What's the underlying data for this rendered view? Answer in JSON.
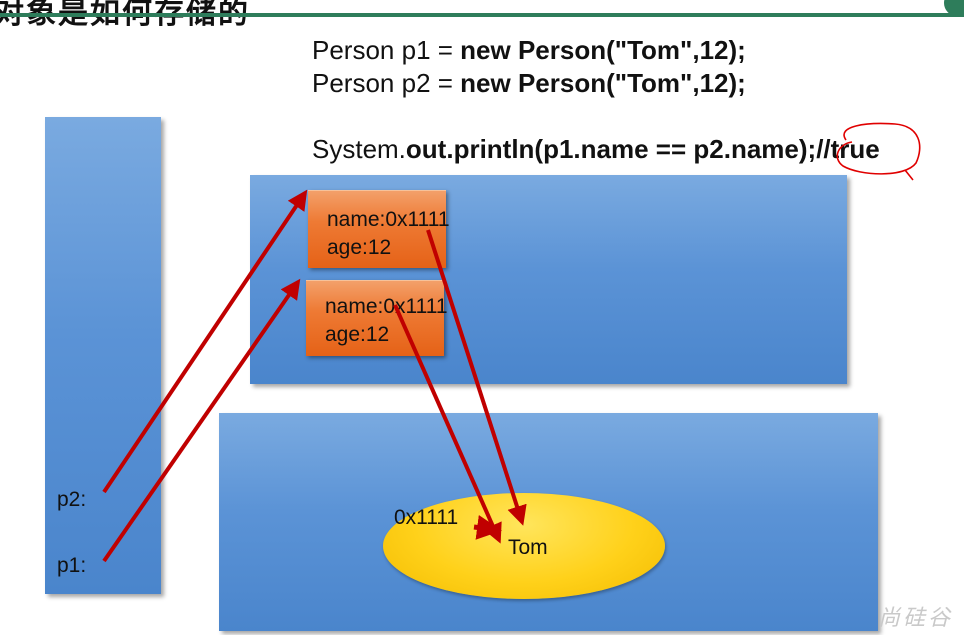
{
  "header": {
    "title": "对象是如何存储的"
  },
  "code": {
    "line1": {
      "plain": "Person p1 = ",
      "bold": "new Person(\"Tom\",12);"
    },
    "line2": {
      "plain": "Person p2 = ",
      "bold": "new Person(\"Tom\",12);"
    },
    "line3": {
      "plain": "System.",
      "bold": "out.println(p1.name == p2.name);//true"
    }
  },
  "heap_objects": [
    {
      "name_field": "name:0x1111",
      "age_field": "age:12"
    },
    {
      "name_field": "name:0x1111",
      "age_field": "age:12"
    }
  ],
  "stack_vars": {
    "p2": "p2:",
    "p1": "p1:"
  },
  "string_pool": {
    "address": "0x1111",
    "value": "Tom"
  },
  "watermark": "尚硅谷",
  "colors": {
    "panel_blue": "#5b93d6",
    "object_orange": "#ee7a34",
    "ellipse_yellow": "#ffd11a",
    "arrow_red": "#c00000",
    "annotation_red": "#e00000",
    "header_green": "#2e7d5b"
  }
}
